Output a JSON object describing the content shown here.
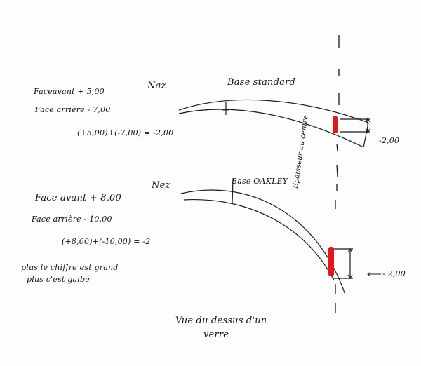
{
  "top": {
    "nose": "Naz",
    "base": "Base standard",
    "front": "Faceavant + 5,00",
    "back": "Face arrière - 7,00",
    "sum": "(+5,00)+(-7,00) = -2,00",
    "thickness": "-2,00"
  },
  "bottom": {
    "nose": "Nez",
    "base": "Base OAKLEY",
    "front": "Face avant + 8,00",
    "back": "Face arrière - 10,00",
    "sum": "(+8,00)+(-10,00) = -2",
    "thickness": "- 2,00",
    "note_line1": "plus le chiffre est grand",
    "note_line2": "plus c'est galbé"
  },
  "axis_label": "Epaisseur au centre",
  "caption_line1": "Vue du dessus d'un",
  "caption_line2": "verre",
  "colors": {
    "ink": "#1a1a1a",
    "marker": "#e3161b"
  }
}
